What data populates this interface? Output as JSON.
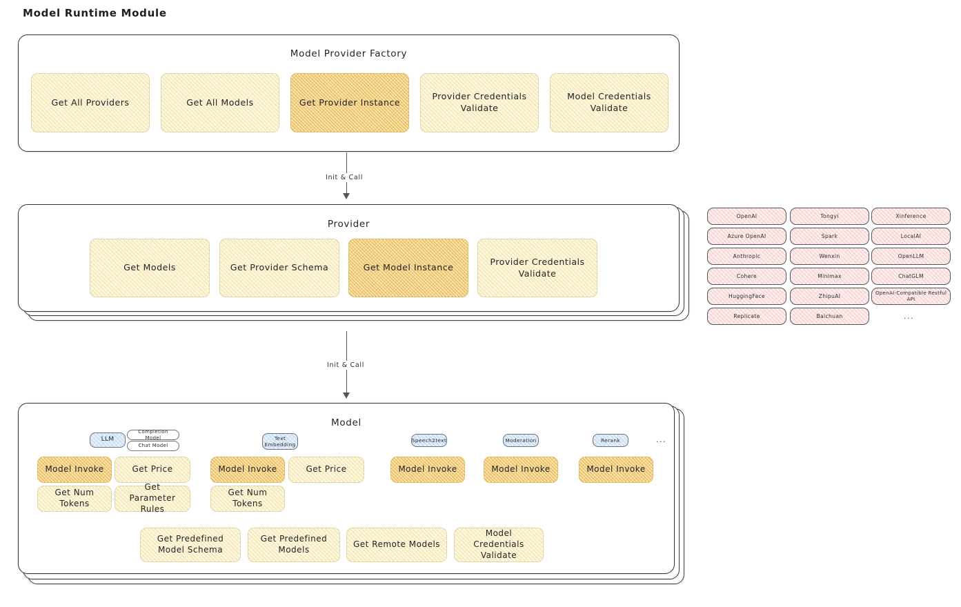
{
  "title": "Model Runtime Module",
  "factory": {
    "title": "Model Provider Factory",
    "nodes": [
      {
        "label": "Get All Providers",
        "highlight": false
      },
      {
        "label": "Get All Models",
        "highlight": false
      },
      {
        "label": "Get Provider Instance",
        "highlight": true
      },
      {
        "label": "Provider Credentials Validate",
        "highlight": false
      },
      {
        "label": "Model Credentials Validate",
        "highlight": false
      }
    ]
  },
  "arrows": [
    {
      "label": "Init & Call"
    },
    {
      "label": "Init & Call"
    }
  ],
  "provider": {
    "title": "Provider",
    "nodes": [
      {
        "label": "Get Models",
        "highlight": false
      },
      {
        "label": "Get Provider Schema",
        "highlight": false
      },
      {
        "label": "Get Model Instance",
        "highlight": true
      },
      {
        "label": "Provider Credentials Validate",
        "highlight": false
      }
    ]
  },
  "provider_list": {
    "columns": [
      {
        "items": [
          "OpenAI",
          "Azure OpenAI",
          "Anthropic",
          "Cohere",
          "HuggingFace",
          "Replicate"
        ]
      },
      {
        "items": [
          "Tongyi",
          "Spark",
          "Wenxin",
          "Minimax",
          "ZhipuAI",
          "Baichuan"
        ]
      },
      {
        "items": [
          "Xinference",
          "LocalAI",
          "OpenLLM",
          "ChatGLM",
          "OpenAI-Compatible Restful API"
        ]
      }
    ],
    "more": "..."
  },
  "model": {
    "title": "Model",
    "more": "...",
    "types": [
      {
        "name": "LLM",
        "sub_chips": [
          "Completion Model",
          "Chat Model"
        ],
        "nodes": [
          {
            "label": "Model Invoke",
            "highlight": true
          },
          {
            "label": "Get Price",
            "highlight": false
          },
          {
            "label": "Get Num Tokens",
            "highlight": false
          },
          {
            "label": "Get Parameter Rules",
            "highlight": false
          }
        ]
      },
      {
        "name": "Text Embedding",
        "sub_chips": [],
        "nodes": [
          {
            "label": "Model Invoke",
            "highlight": true
          },
          {
            "label": "Get Price",
            "highlight": false
          },
          {
            "label": "Get Num Tokens",
            "highlight": false
          }
        ]
      },
      {
        "name": "Speech2text",
        "sub_chips": [],
        "nodes": [
          {
            "label": "Model Invoke",
            "highlight": true
          }
        ]
      },
      {
        "name": "Moderation",
        "sub_chips": [],
        "nodes": [
          {
            "label": "Model Invoke",
            "highlight": true
          }
        ]
      },
      {
        "name": "Rerank",
        "sub_chips": [],
        "nodes": [
          {
            "label": "Model Invoke",
            "highlight": true
          }
        ]
      }
    ],
    "common_nodes": [
      {
        "label": "Get Predefined Model Schema"
      },
      {
        "label": "Get Predefined Models"
      },
      {
        "label": "Get Remote Models"
      },
      {
        "label": "Model Credentials Validate"
      }
    ]
  },
  "colors": {
    "cream": "#fdf8e4",
    "amber": "#fbe6b4",
    "pink": "#fdf0ef",
    "blue": "#e7f1fb",
    "stroke": "#31333a"
  }
}
